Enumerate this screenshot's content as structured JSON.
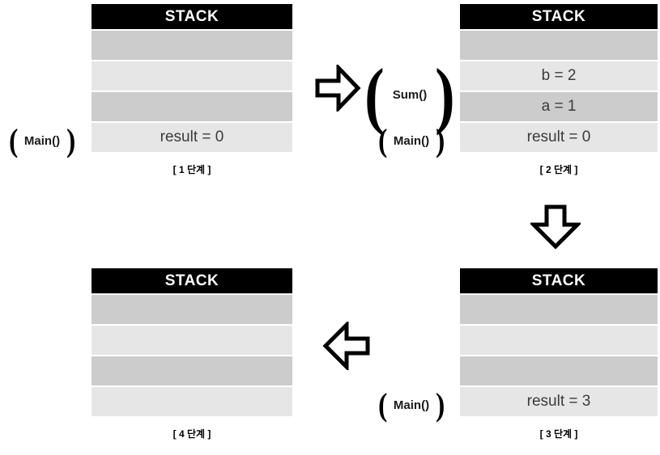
{
  "diagram": {
    "title": "Function call stack step diagram",
    "header_label": "STACK",
    "colors": {
      "header_bg": "#000000",
      "header_text": "#ffffff",
      "row_dark": "#cccccc",
      "row_light": "#e6e6e6",
      "text": "#3b3b3b",
      "arrow_stroke": "#000000",
      "background": "#ffffff"
    },
    "steps": [
      {
        "id": "step1",
        "caption": "[ 1 단계 ]",
        "header": "STACK",
        "rows": [
          {
            "text": "",
            "shade": "dark"
          },
          {
            "text": "",
            "shade": "light"
          },
          {
            "text": "",
            "shade": "dark"
          },
          {
            "text": "result = 0",
            "shade": "light"
          }
        ],
        "frames": [
          {
            "name": "Main()",
            "span": 1,
            "open": "(",
            "close": ")"
          }
        ]
      },
      {
        "id": "step2",
        "caption": "[ 2 단계 ]",
        "header": "STACK",
        "rows": [
          {
            "text": "",
            "shade": "dark"
          },
          {
            "text": "b = 2",
            "shade": "light"
          },
          {
            "text": "a = 1",
            "shade": "dark"
          },
          {
            "text": "result = 0",
            "shade": "light"
          }
        ],
        "frames": [
          {
            "name": "Sum()",
            "span": 2,
            "open": "(",
            "close": ")"
          },
          {
            "name": "Main()",
            "span": 1,
            "open": "(",
            "close": ")"
          }
        ]
      },
      {
        "id": "step3",
        "caption": "[ 3 단계 ]",
        "header": "STACK",
        "rows": [
          {
            "text": "",
            "shade": "dark"
          },
          {
            "text": "",
            "shade": "light"
          },
          {
            "text": "",
            "shade": "dark"
          },
          {
            "text": "result = 3",
            "shade": "light"
          }
        ],
        "frames": [
          {
            "name": "Main()",
            "span": 1,
            "open": "(",
            "close": ")"
          }
        ]
      },
      {
        "id": "step4",
        "caption": "[ 4 단계 ]",
        "header": "STACK",
        "rows": [
          {
            "text": "",
            "shade": "dark"
          },
          {
            "text": "",
            "shade": "light"
          },
          {
            "text": "",
            "shade": "dark"
          },
          {
            "text": "",
            "shade": "light"
          }
        ],
        "frames": []
      }
    ],
    "arrows": [
      {
        "id": "arrow-1-to-2",
        "direction": "right"
      },
      {
        "id": "arrow-2-to-3",
        "direction": "down"
      },
      {
        "id": "arrow-3-to-4",
        "direction": "left"
      }
    ]
  }
}
